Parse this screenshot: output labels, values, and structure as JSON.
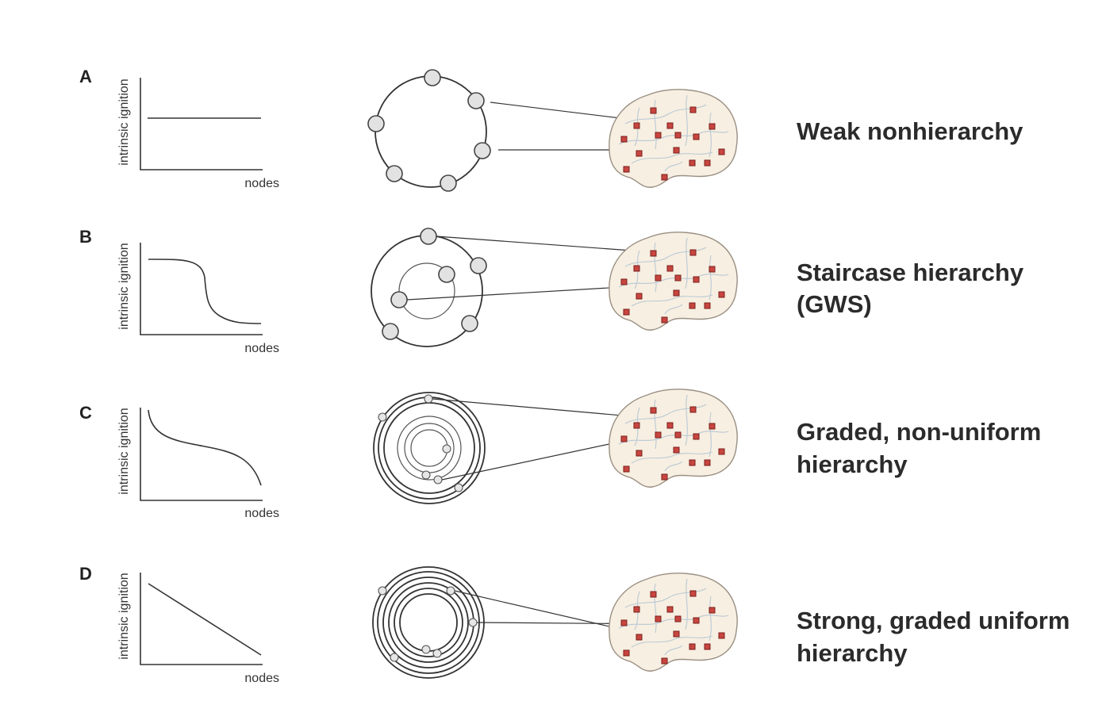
{
  "panels": [
    {
      "letter": "A",
      "ylabel": "intrinsic ignition",
      "xlabel": "nodes",
      "title_lines": [
        "Weak nonhierarchy"
      ]
    },
    {
      "letter": "B",
      "ylabel": "intrinsic ignition",
      "xlabel": "nodes",
      "title_lines": [
        "Staircase hierarchy",
        "(GWS)"
      ]
    },
    {
      "letter": "C",
      "ylabel": "intrinsic ignition",
      "xlabel": "nodes",
      "title_lines": [
        "Graded, non-uniform",
        "hierarchy"
      ]
    },
    {
      "letter": "D",
      "ylabel": "intrinsic ignition",
      "xlabel": "nodes",
      "title_lines": [
        "Strong, graded uniform",
        "hierarchy"
      ]
    }
  ],
  "colors": {
    "ink": "#333333",
    "node_fill": "#e2e2e2",
    "brain_fill": "#f7efe1",
    "region": "#c8453f",
    "sulcus": "#b9c9d6"
  }
}
